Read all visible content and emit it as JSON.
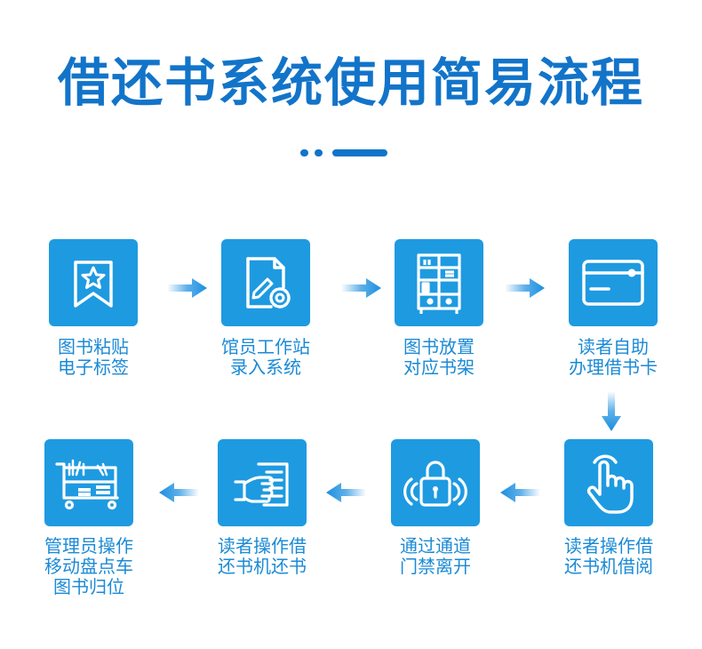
{
  "title": "借还书系统使用简易流程",
  "colors": {
    "primary": "#1274c9",
    "box": "#1e9ae1",
    "label": "#1a8ad6"
  },
  "steps": [
    {
      "icon": "bookmark-star-icon",
      "lines": [
        "图书粘贴",
        "电子标签"
      ]
    },
    {
      "icon": "document-gear-icon",
      "lines": [
        "馆员工作站",
        "录入系统"
      ]
    },
    {
      "icon": "bookshelf-icon",
      "lines": [
        "图书放置",
        "对应书架"
      ]
    },
    {
      "icon": "library-card-icon",
      "lines": [
        "读者自助",
        "办理借书卡"
      ]
    },
    {
      "icon": "touch-hand-icon",
      "lines": [
        "读者操作借",
        "还书机借阅"
      ]
    },
    {
      "icon": "rfid-lock-icon",
      "lines": [
        "通过通道",
        "门禁离开"
      ]
    },
    {
      "icon": "hand-document-icon",
      "lines": [
        "读者操作借",
        "还书机还书"
      ]
    },
    {
      "icon": "book-cart-icon",
      "lines": [
        "管理员操作",
        "移动盘点车",
        "图书归位"
      ]
    }
  ]
}
